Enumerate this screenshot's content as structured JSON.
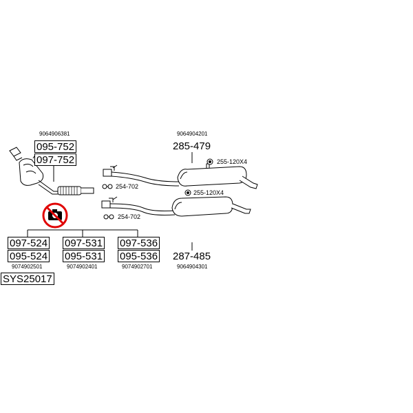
{
  "catalyst": {
    "ref": "9064906381",
    "codes": [
      "095-752",
      "097-752"
    ]
  },
  "rear_upper": {
    "ref": "9064904201",
    "code": "285-479",
    "hanger": "254-702",
    "clamp": "255-120X4"
  },
  "rear_lower": {
    "ref": "9064904301",
    "code": "287-485",
    "hanger": "254-702",
    "clamp": "255-120X4"
  },
  "variants": [
    {
      "codes": [
        "097-524",
        "095-524"
      ],
      "ref": "9074902501"
    },
    {
      "codes": [
        "097-531",
        "095-531"
      ],
      "ref": "9074902401"
    },
    {
      "codes": [
        "097-536",
        "095-536"
      ],
      "ref": "9074902701"
    }
  ],
  "system": "SYS25017",
  "icons": {
    "no_camera": "no-camera-icon",
    "hanger": "rubber-hanger-icon",
    "clamp": "clamp-icon"
  },
  "colors": {
    "line": "#000000",
    "part_fill": "#ffffff",
    "shade": "#d8d8d8",
    "prohibit": "#e00000"
  }
}
